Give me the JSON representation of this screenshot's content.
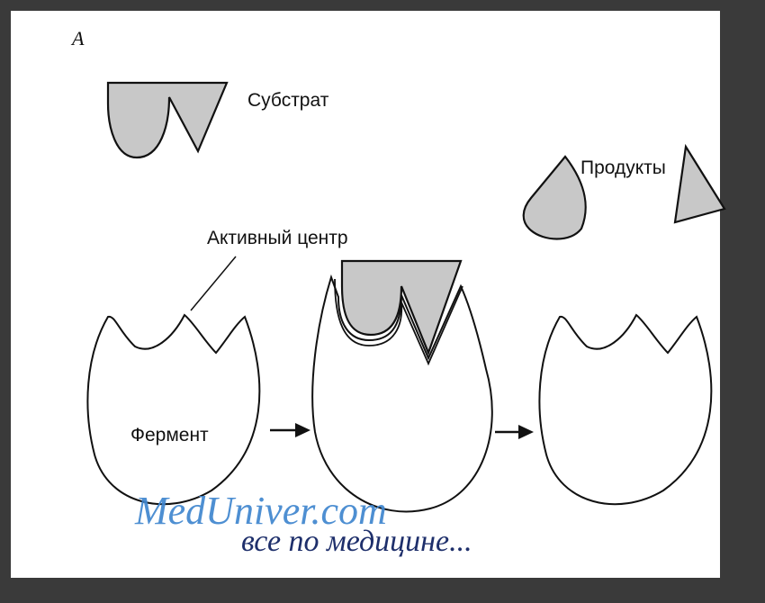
{
  "diagram": {
    "panel_label": "А",
    "substrate_label": "Субстрат",
    "products_label": "Продукты",
    "active_site_label": "Активный центр",
    "enzyme_label": "Фермент"
  },
  "watermark": {
    "site": "MedUniver.com",
    "tagline": "все по медицине..."
  },
  "colors": {
    "background": "#3a3a3a",
    "canvas": "#ffffff",
    "shape_fill": "#c8c8c8",
    "outline": "#111111",
    "watermark_blue": "#3f86cf",
    "watermark_dark": "#1e2f6b"
  }
}
